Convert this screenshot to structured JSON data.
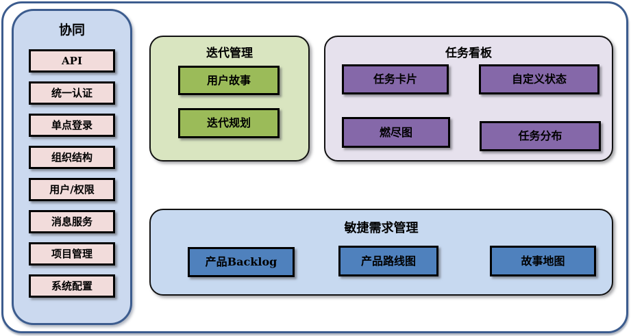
{
  "colors": {
    "frame_border": "#3c5c8e",
    "collab_panel_bg": "#cbd9ef",
    "collab_node_bg": "#f2dcdb",
    "iteration_panel_bg": "#d9e5c0",
    "iteration_node_bg": "#9bbb59",
    "kanban_panel_bg": "#e6e1ed",
    "kanban_node_bg": "#8568a9",
    "agile_panel_bg": "#c7d9f0",
    "agile_node_bg": "#4f81bd",
    "node_border": "#000000",
    "text": "#000000"
  },
  "panels": [
    {
      "id": "collaboration",
      "title": "协同",
      "items": [
        "API",
        "统一认证",
        "单点登录",
        "组织结构",
        "用户/权限",
        "消息服务",
        "项目管理",
        "系统配置"
      ]
    },
    {
      "id": "iteration-management",
      "title": "迭代管理",
      "items": [
        "用户故事",
        "迭代规划"
      ]
    },
    {
      "id": "task-kanban",
      "title": "任务看板",
      "items": [
        "任务卡片",
        "自定义状态",
        "燃尽图",
        "任务分布"
      ]
    },
    {
      "id": "agile-requirements",
      "title": "敏捷需求管理",
      "items": [
        "产品Backlog",
        "产品路线图",
        "故事地图"
      ]
    }
  ]
}
